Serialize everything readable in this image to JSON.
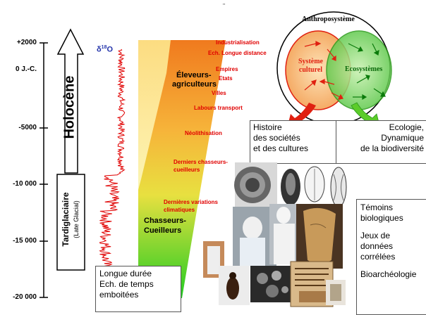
{
  "timescale": {
    "ticks": [
      "+2000",
      "0 J.-C.",
      "-5000",
      "-10 000",
      "-15 000",
      "-20 000"
    ],
    "holocene": "Holocène",
    "tardiglaciaire": "Tardiglaciaire",
    "tardiglaciaire_sub": "(Late Glacial)"
  },
  "isotope_label": "δ18O",
  "isotope_label_main": "δ",
  "isotope_label_sup": "18",
  "isotope_label_end": "O",
  "wedge": {
    "eleveurs": "Éleveurs-agriculteurs",
    "eleveurs_l1": "Éleveurs-",
    "eleveurs_l2": "agriculteurs",
    "chasseurs_l1": "Chasseurs-",
    "chasseurs_l2": "Cueilleurs"
  },
  "events": [
    "Industrialisation",
    "Ech. Longue distance",
    "Empires",
    "Etats",
    "Villes",
    "Labours transport",
    "Néolithisation",
    "Derniers chasseurs-",
    "cueilleurs",
    "Dernières variations",
    "climatiques"
  ],
  "venn": {
    "title": "Anthroposystème",
    "left_l1": "Système",
    "left_l2": "culturel",
    "right": "Ecosystèmes"
  },
  "box_histoire": [
    "Histoire",
    "des sociétés",
    "et des cultures"
  ],
  "box_ecologie": [
    "Ecologie,",
    "Dynamique",
    "de la biodiversité"
  ],
  "box_longue": [
    "Longue durée",
    "Ech. de temps",
    "emboitées"
  ],
  "box_temoins": [
    "Témoins",
    "biologiques",
    "",
    "Jeux de",
    "données",
    "corrélées",
    "",
    "Bioarchéologie"
  ],
  "colors": {
    "wedge_top": "#f07a1e",
    "wedge_bottom": "#22cc22",
    "event_text": "#e00000",
    "isotope_curve": "#e00000",
    "venn_left": "#f7b97a",
    "venn_right": "#7fdc6a",
    "arrow_red": "#e02010",
    "arrow_green": "#44cc22"
  }
}
